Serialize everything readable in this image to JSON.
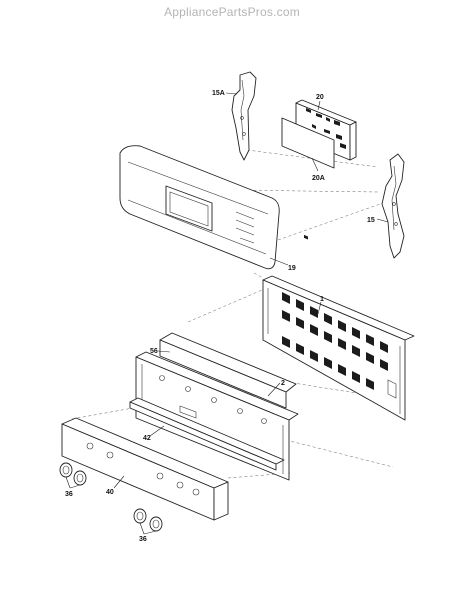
{
  "watermark": "AppliancePartsPros.com",
  "callouts": {
    "c15a": "15A",
    "c20": "20",
    "c20a": "20A",
    "c15": "15",
    "c19": "19",
    "c1": "1",
    "c56": "56",
    "c2": "2",
    "c42": "42",
    "c40": "40",
    "c36a": "36",
    "c36b": "36"
  }
}
